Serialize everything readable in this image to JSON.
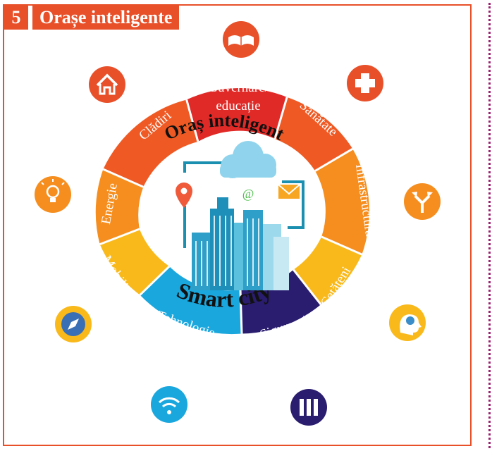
{
  "header": {
    "number": "5",
    "title": "Orașe inteligente"
  },
  "center": {
    "top_label": "Oraș inteligent",
    "bottom_label": "Smart city",
    "at_symbol": "@"
  },
  "ring_labels": {
    "guvernare_1": "Guvernare/",
    "guvernare_2": "educație",
    "sanatate": "Sănătate",
    "infrastructura": "Infrastructură",
    "cetateni": "Cetățeni",
    "siguranta": "Siguranță",
    "tehnologie": "Tehnologie",
    "mobilitate": "Mobilitate",
    "energie": "Energie",
    "cladiri": "Clădiri"
  },
  "icons": [
    "book-icon",
    "medical-cross-icon",
    "split-arrows-icon",
    "brain-head-icon",
    "data-servers-icon",
    "wifi-icon",
    "compass-icon",
    "lightbulb-icon",
    "house-icon"
  ],
  "colors": {
    "frame": "#e8502a",
    "dots": "#9b1e6f",
    "red": "#e02a27",
    "orange": "#ef5a24",
    "amber": "#f58e1f",
    "yellow": "#f9b91b",
    "blue": "#1aa7de",
    "navy": "#2a1c6e"
  }
}
